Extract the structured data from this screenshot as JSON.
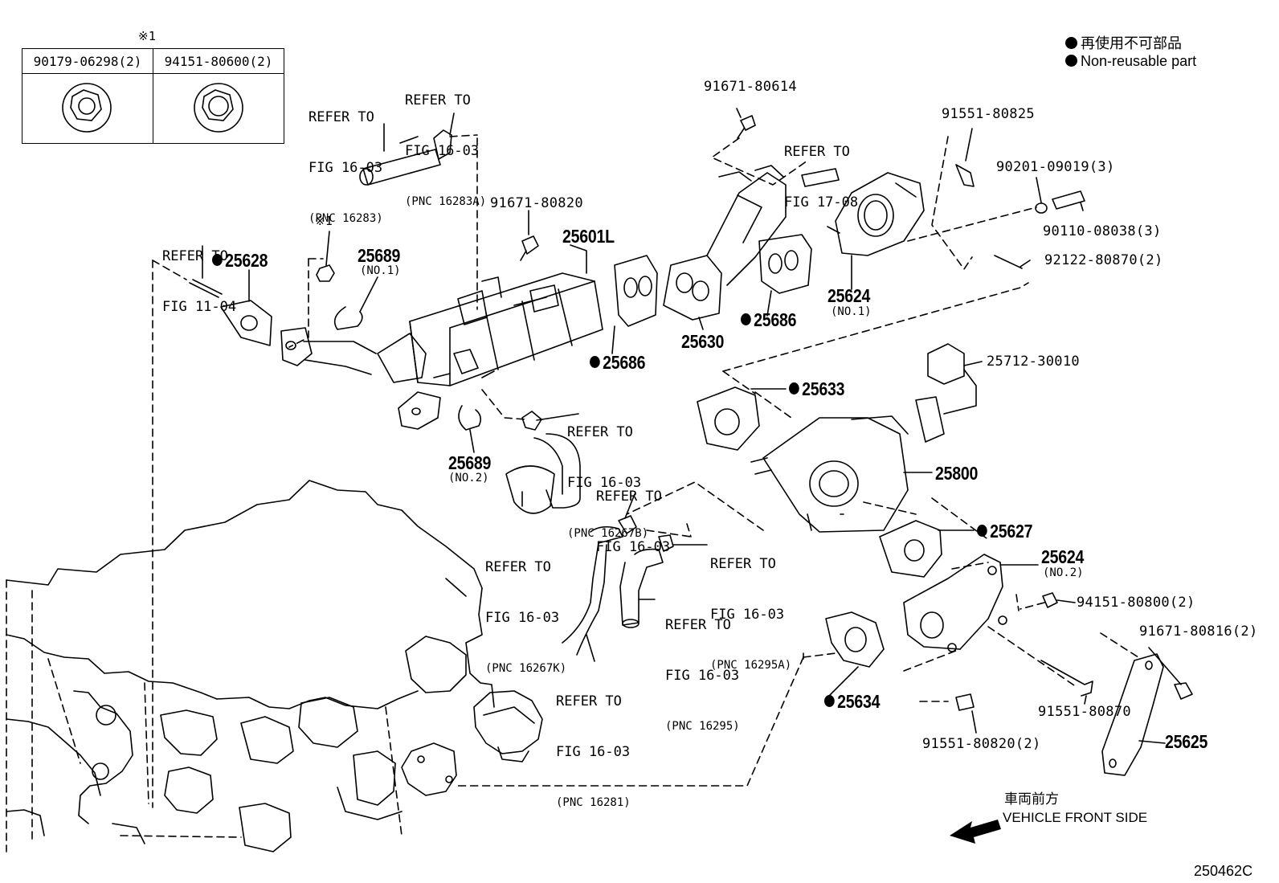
{
  "diagram_id": "250462C",
  "legend": {
    "items": [
      {
        "text": "再使用不可部品"
      },
      {
        "text": "Non-reusable part"
      }
    ]
  },
  "fastener_table": {
    "marker": "※1",
    "columns": [
      "90179-06298(2)",
      "94151-80600(2)"
    ]
  },
  "parts": {
    "p25628": "25628",
    "p25689a": "25689",
    "p25689a_sub": "(NO.1)",
    "p25689b": "25689",
    "p25689b_sub": "(NO.2)",
    "p25601L": "25601L",
    "p25686a": "25686",
    "p25686b": "25686",
    "p25630": "25630",
    "p25624a": "25624",
    "p25624a_sub": "(NO.1)",
    "p25633": "25633",
    "p25800": "25800",
    "p25627": "25627",
    "p25624b": "25624",
    "p25624b_sub": "(NO.2)",
    "p25634": "25634",
    "p25625": "25625",
    "marker1": "※1"
  },
  "part_numbers": {
    "n91671_80820": "91671-80820",
    "n91671_80614": "91671-80614",
    "n91551_80825": "91551-80825",
    "n90201_09019": "90201-09019(3)",
    "n90110_08038": "90110-08038(3)",
    "n92122_80870": "92122-80870(2)",
    "n25712_30010": "25712-30010",
    "n94151_80800": "94151-80800(2)",
    "n91671_80816": "91671-80816(2)",
    "n91551_80870": "91551-80870",
    "n91551_80820": "91551-80820(2)"
  },
  "references": {
    "r1": {
      "l1": "REFER TO",
      "l2": "FIG 16-03",
      "l3": "(PNC 16283)"
    },
    "r2": {
      "l1": "REFER TO",
      "l2": "FIG 16-03",
      "l3": "(PNC 16283A)"
    },
    "r3": {
      "l1": "REFER TO",
      "l2": "FIG 11-04"
    },
    "r4": {
      "l1": "REFER TO",
      "l2": "FIG 17-08"
    },
    "r5": {
      "l1": "REFER TO",
      "l2": "FIG 16-03",
      "l3": "(PNC 16267B)"
    },
    "r6": {
      "l1": "REFER TO",
      "l2": "FIG 16-03"
    },
    "r7": {
      "l1": "REFER TO",
      "l2": "FIG 16-03",
      "l3": "(PNC 16267K)"
    },
    "r8": {
      "l1": "REFER TO",
      "l2": "FIG 16-03",
      "l3": "(PNC 16295A)"
    },
    "r9": {
      "l1": "REFER TO",
      "l2": "FIG 16-03",
      "l3": "(PNC 16295)"
    },
    "r10": {
      "l1": "REFER TO",
      "l2": "FIG 16-03",
      "l3": "(PNC 16281)"
    }
  },
  "direction": {
    "jp": "車両前方",
    "en": "VEHICLE FRONT SIDE"
  }
}
